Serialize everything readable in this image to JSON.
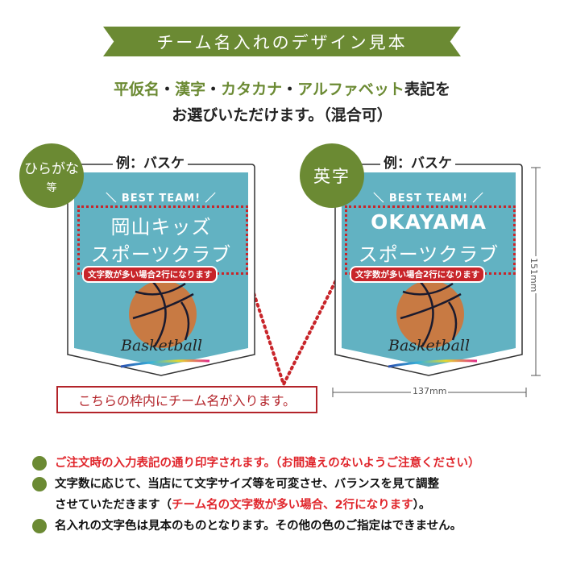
{
  "banner": {
    "title": "チーム名入れのデザイン見本"
  },
  "subtitle": {
    "part1": "平仮名",
    "sep1": "・",
    "part2": "漢字",
    "sep2": "・",
    "part3": "カタカナ",
    "sep3": "・",
    "part4": "アルファベット",
    "part5": "表記を",
    "line2": "お選びいただけます。（混合可）"
  },
  "examples": [
    {
      "badge_main": "ひらがな",
      "badge_sub": "等",
      "example_label": "例：バスケ",
      "best_team": "＼ BEST TEAM! ／",
      "team_line1": "岡山キッズ",
      "team_line2": "スポーツクラブ",
      "note": "文字数が多い場合2行になります",
      "logo_text": "Basketball"
    },
    {
      "badge_main": "英字",
      "example_label": "例：バスケ",
      "best_team": "＼ BEST TEAM! ／",
      "team_line1": "OKAYAMA",
      "team_line2": "スポーツクラブ",
      "note": "文字数が多い場合2行になります",
      "logo_text": "Basketball"
    }
  ],
  "dimensions": {
    "height": "151mm",
    "width": "137mm"
  },
  "callout": {
    "text": "こちらの枠内にチーム名が入ります。"
  },
  "bullets": [
    {
      "text": "ご注文時の入力表記の通り印字されます。（お間違えのないようご注意ください）"
    },
    {
      "text_a": "文字数に応じて、当店にて文字サイズ等を可変させ、バランスを見て調整",
      "text_b": "させていただきます（",
      "text_red": "チーム名の文字数が多い場合、2行になります",
      "text_c": "）。"
    },
    {
      "text": "名入れの文字色は見本のものとなります。その他の色のご指定はできません。"
    }
  ],
  "colors": {
    "brand_green": "#6b8a33",
    "pennant_blue": "#62b2c2",
    "accent_red": "#c8252a",
    "ball_orange": "#c87a43"
  }
}
